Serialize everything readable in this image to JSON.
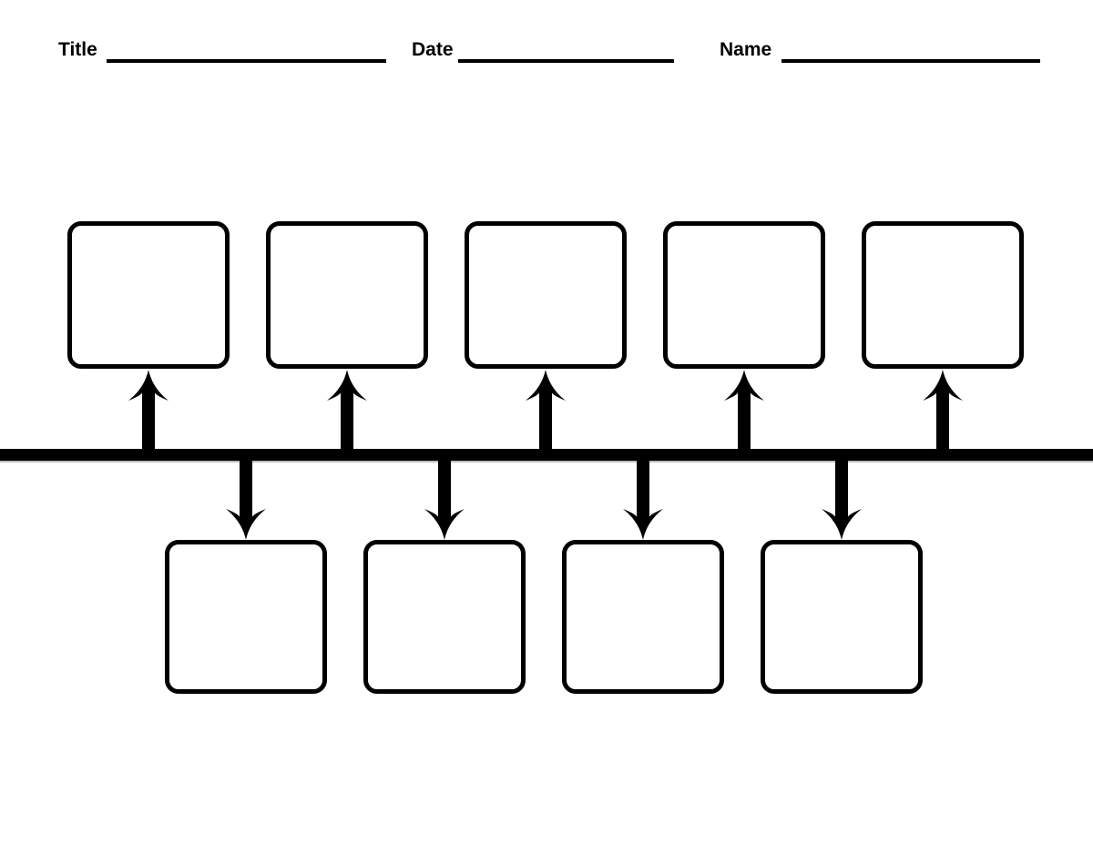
{
  "page": {
    "background_color": "#ffffff",
    "ink_color": "#000000"
  },
  "header": {
    "fields": [
      {
        "label": "Title",
        "value": ""
      },
      {
        "label": "Date",
        "value": ""
      },
      {
        "label": "Name",
        "value": ""
      }
    ]
  },
  "diagram": {
    "kind": "blank timeline graphic organizer",
    "timeline_orientation": "horizontal",
    "event_boxes_above_line": 5,
    "event_boxes_below_line": 4,
    "arrows_pointing_up": 5,
    "arrows_pointing_down": 4,
    "all_boxes_empty": true
  }
}
